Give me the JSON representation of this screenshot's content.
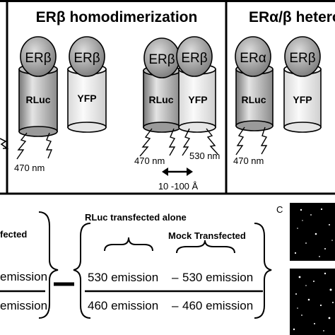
{
  "panel_top_middle": {
    "title": "ERβ homodimerization",
    "left_pair": {
      "receptor_1": "ERβ",
      "reporter_1": "RLuc",
      "receptor_2": "ERβ",
      "reporter_2": "YFP"
    },
    "right_pair": {
      "receptor_1": "ERβ",
      "reporter_1": "RLuc",
      "receptor_2": "ERβ",
      "reporter_2": "YFP"
    },
    "emission_left": "470 nm",
    "emission_donor": "470 nm",
    "emission_acceptor": "530 nm",
    "distance": "10 -100 Å"
  },
  "panel_top_right": {
    "title": "ERα/β hetero",
    "receptor_1": "ERα",
    "reporter_1": "RLuc",
    "receptor_2": "ERβ",
    "reporter_2": "YFP",
    "emission": "470 nm"
  },
  "panel_bottom_left": {
    "bracket_label": "fected",
    "numerator": "emission",
    "denominator": "emission",
    "minus_sign": "–"
  },
  "panel_bottom_middle": {
    "group_label": "RLuc transfected alone",
    "mock_label": "Mock Transfected",
    "numerator_a": "530 emission",
    "numerator_b": "530 emission",
    "denominator_a": "460 emission",
    "denominator_b": "460 emission",
    "minus": "–"
  },
  "panel_c": {
    "label": "C"
  }
}
